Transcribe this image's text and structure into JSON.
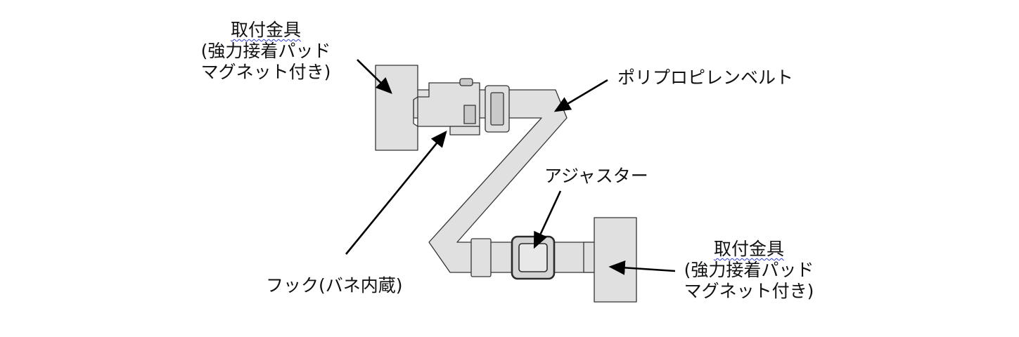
{
  "labels": {
    "bracket_top": {
      "line1": "取付金具",
      "line2": "(強力接着パッド",
      "line3": "マグネット付き)"
    },
    "bracket_bottom": {
      "line1": "取付金具",
      "line2": "(強力接着パッド",
      "line3": "マグネット付き)"
    },
    "belt": "ポリプロピレンベルト",
    "adjuster": "アジャスター",
    "hook": "フック(バネ内蔵)"
  },
  "colors": {
    "part_fill": "#e0e0e0",
    "outline": "#333333",
    "arrow": "#000000",
    "spellcheck_underline": "#2f3fd0"
  }
}
